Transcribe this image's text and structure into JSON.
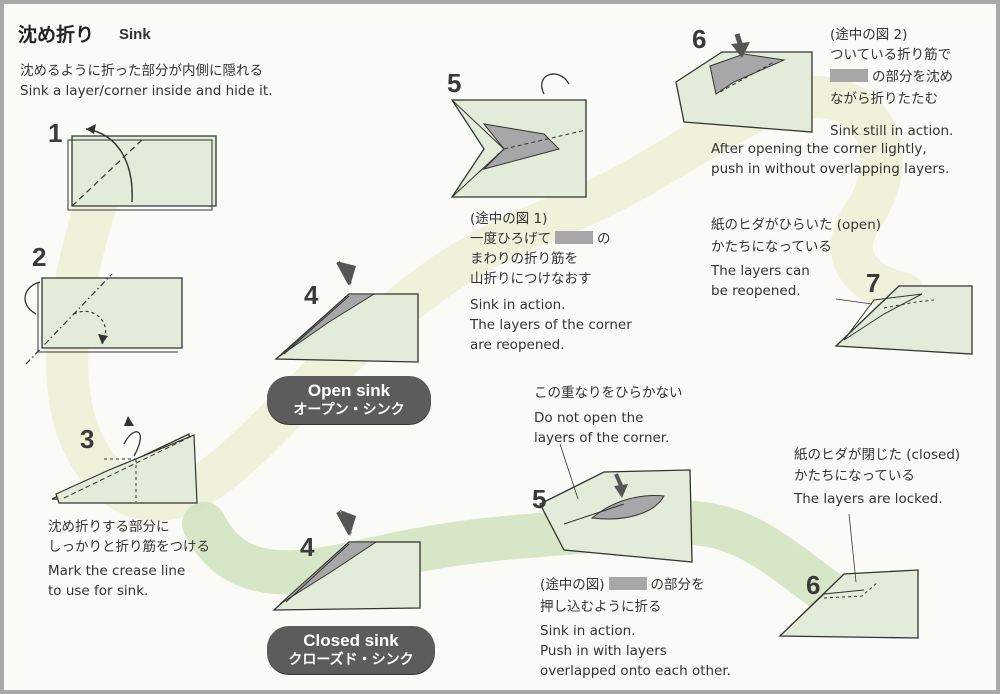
{
  "title": {
    "jp": "沈め折り",
    "en": "Sink"
  },
  "intro": {
    "jp": "沈めるように折った部分が内側に隠れる",
    "en": "Sink a layer/corner inside and hide it."
  },
  "steps": {
    "s1": "1",
    "s2": "2",
    "s3": "3",
    "s4_open": "4",
    "s5_open": "5",
    "s6_open": "6",
    "s7_open": "7",
    "s4_closed": "4",
    "s5_closed": "5",
    "s6_closed": "6"
  },
  "step3_text": {
    "jp1": "沈め折りする部分に",
    "jp2": "しっかりと折り筋をつける",
    "en1": "Mark the crease line",
    "en2": "to use for sink."
  },
  "open_sink_label": {
    "en": "Open sink",
    "jp": "オープン・シンク"
  },
  "closed_sink_label": {
    "en": "Closed sink",
    "jp": "クローズド・シンク"
  },
  "open_step5_text": {
    "jp0": "(途中の図 1)",
    "jp1a": "一度ひろげて",
    "jp1b": "の",
    "jp2": "まわりの折り筋を",
    "jp3": "山折りにつけなおす",
    "en1": "Sink in action.",
    "en2": "The layers of the corner",
    "en3": "are reopened."
  },
  "open_step6_text": {
    "jp0": "(途中の図 2)",
    "jp1": "ついている折り筋で",
    "jp2b": "の部分を沈め",
    "jp3": "ながら折りたたむ",
    "en1": "Sink still in action.",
    "en2": "After opening the corner lightly,",
    "en3": "push in without overlapping layers."
  },
  "open_step7_text": {
    "jp1": "紙のヒダがひらいた (open)",
    "jp2": "かたちになっている",
    "en1": "The layers can",
    "en2": "be reopened."
  },
  "closed_step5_note": {
    "jp": "この重なりをひらかない",
    "en1": "Do not open the",
    "en2": "layers of the corner."
  },
  "closed_step5_text": {
    "jp1a": "(途中の図)",
    "jp1b": "の部分を",
    "jp2": "押し込むように折る",
    "en1": "Sink in action.",
    "en2": "Push in with layers",
    "en3": "overlapped onto each other."
  },
  "closed_step6_text": {
    "jp1": "紙のヒダが閉じた (closed)",
    "jp2": "かたちになっている",
    "en1": "The layers are locked."
  },
  "colors": {
    "paper": "#e3ecd8",
    "path": "#e8edcd",
    "closed_path": "#d2e3c1",
    "shade": "#a7a7a7",
    "pill": "#5c5c5c",
    "text": "#333333"
  }
}
